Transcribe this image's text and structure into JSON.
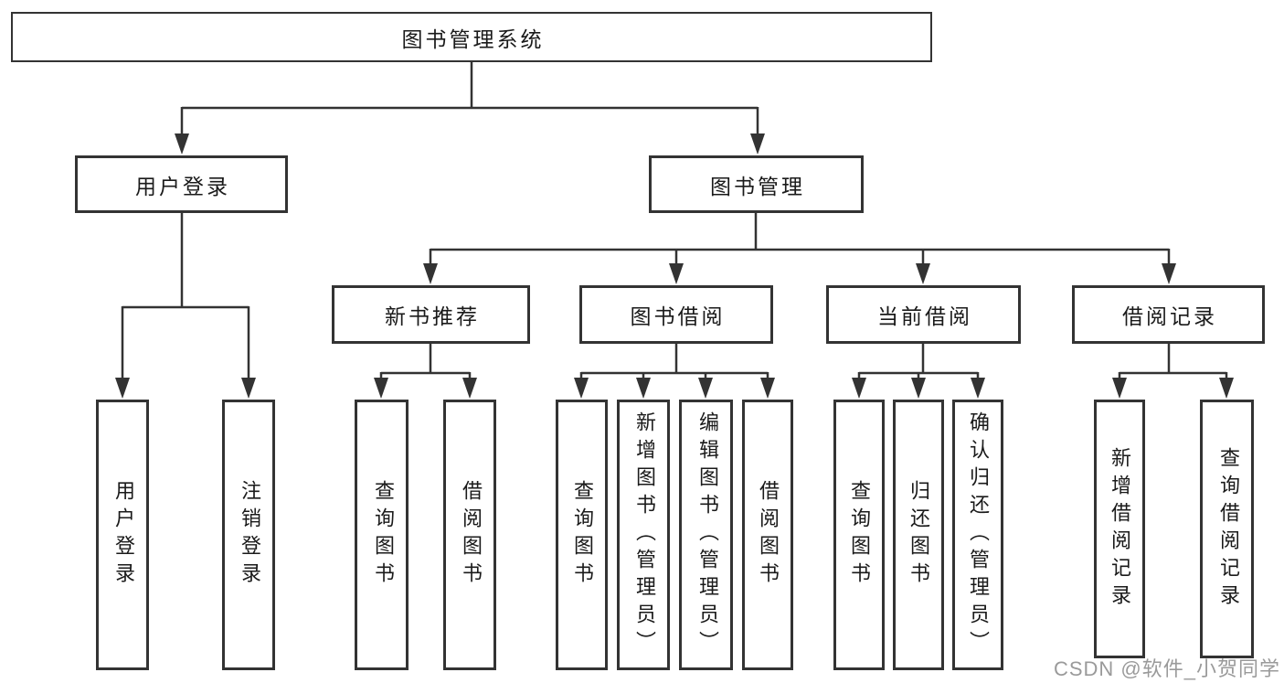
{
  "diagram_title": "图书管理系统",
  "colors": {
    "line": "#333333",
    "box_border": "#333333",
    "box_fill": "#ffffff",
    "text": "#1a1a1a",
    "background": "#ffffff",
    "watermark": "#9a9a9a"
  },
  "nodes": {
    "root": "图书管理系统",
    "level2": [
      "用户登录",
      "图书管理"
    ],
    "level3": [
      "新书推荐",
      "图书借阅",
      "当前借阅",
      "借阅记录"
    ],
    "leaves": [
      "用户登录",
      "注销登录",
      "查询图书",
      "借阅图书",
      "查询图书",
      "新增图书（管理员）",
      "编辑图书（管理员）",
      "借阅图书",
      "查询图书",
      "归还图书",
      "确认归还（管理员）",
      "新增借阅记录",
      "查询借阅记录"
    ]
  },
  "hierarchy": {
    "图书管理系统": [
      "用户登录",
      "图书管理"
    ],
    "用户登录": [
      "用户登录",
      "注销登录"
    ],
    "图书管理": [
      "新书推荐",
      "图书借阅",
      "当前借阅",
      "借阅记录"
    ],
    "新书推荐": [
      "查询图书",
      "借阅图书"
    ],
    "图书借阅": [
      "查询图书",
      "新增图书（管理员）",
      "编辑图书（管理员）",
      "借阅图书"
    ],
    "当前借阅": [
      "查询图书",
      "归还图书",
      "确认归还（管理员）"
    ],
    "借阅记录": [
      "新增借阅记录",
      "查询借阅记录"
    ]
  },
  "watermark": "CSDN @软件_小贺同学"
}
